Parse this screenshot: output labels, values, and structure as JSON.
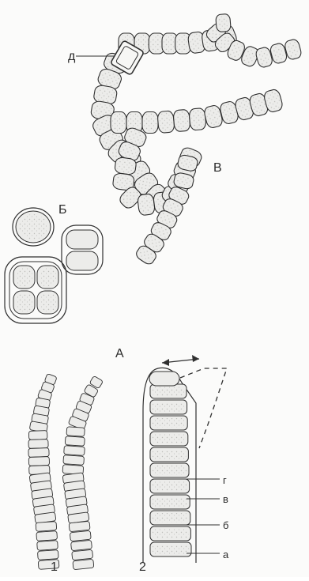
{
  "labels": {
    "d": "д",
    "v": "В",
    "b": "Б",
    "a_title": "А",
    "n1": "1",
    "n2": "2",
    "g": "г",
    "v_small": "в",
    "b_small": "б",
    "a_small": "а"
  },
  "colors": {
    "ink": "#2f2f2f",
    "cell_fill": "#ececea",
    "cell_texture": "#b9b9b6",
    "paper": "#fbfbfa"
  }
}
